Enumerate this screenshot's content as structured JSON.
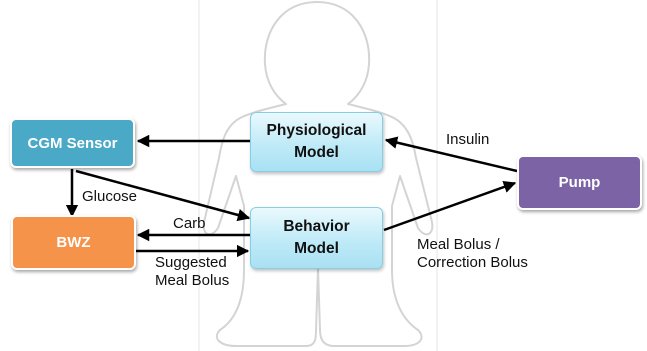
{
  "nodes": {
    "cgm_sensor": {
      "label": "CGM Sensor",
      "color": "#4aa9c6"
    },
    "bwz": {
      "label": "BWZ",
      "color": "#f6934b"
    },
    "pump": {
      "label": "Pump",
      "color": "#7b63a5"
    },
    "physiological_model": {
      "line1": "Physiological",
      "line2": "Model",
      "color": "#bfeaf7"
    },
    "behavior_model": {
      "line1": "Behavior",
      "line2": "Model",
      "color": "#bfeaf7"
    }
  },
  "edges": {
    "glucose": {
      "label": "Glucose"
    },
    "carb": {
      "label": "Carb"
    },
    "suggested_meal_bolus": {
      "line1": "Suggested",
      "line2": "Meal Bolus"
    },
    "insulin": {
      "label": "Insulin"
    },
    "meal_correction_bolus": {
      "line1": "Meal Bolus /",
      "line2": "Correction Bolus"
    }
  },
  "background": {
    "figure": "human-silhouette",
    "outline_color": "#d9d9d9"
  }
}
